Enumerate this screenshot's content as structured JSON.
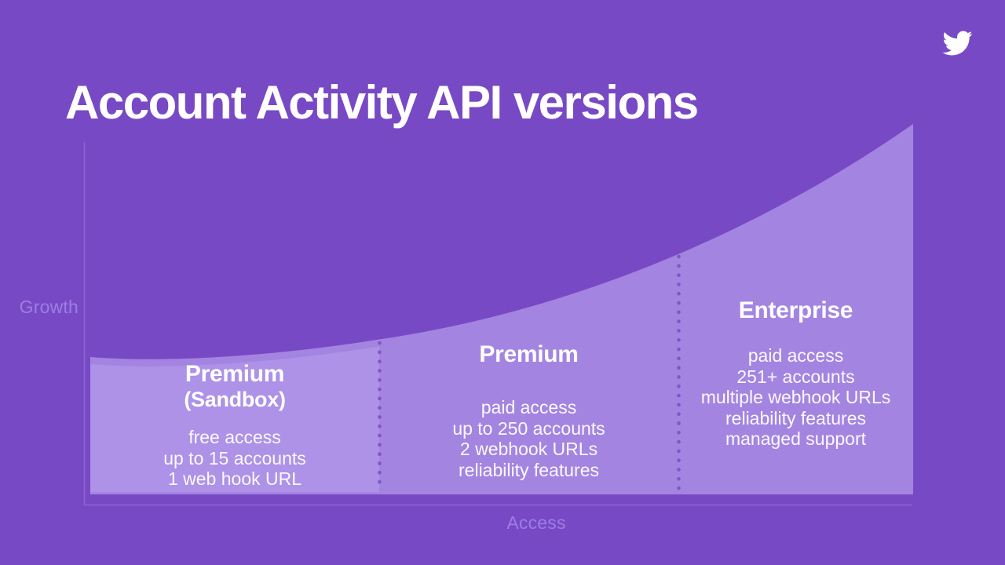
{
  "slide": {
    "title": "Account Activity API versions",
    "brand_icon": "twitter-bird-icon"
  },
  "axes": {
    "y_label": "Growth",
    "x_label": "Access"
  },
  "tiers": [
    {
      "name": "Premium",
      "subname": "(Sandbox)",
      "features": [
        "free access",
        "up to 15 accounts",
        "1 web hook URL"
      ]
    },
    {
      "name": "Premium",
      "subname": "",
      "features": [
        "paid access",
        "up to 250 accounts",
        "2 webhook URLs",
        "reliability features"
      ]
    },
    {
      "name": "Enterprise",
      "subname": "",
      "features": [
        "paid access",
        "251+ accounts",
        "multiple webhook URLs",
        "reliability features",
        "managed support"
      ]
    }
  ],
  "chart_data": {
    "type": "area",
    "title": "Account Activity API versions",
    "xlabel": "Access",
    "ylabel": "Growth",
    "grid": false,
    "legend": "none",
    "axis_ticks": "none",
    "x": [
      0,
      0.18,
      0.35,
      0.52,
      0.71,
      0.89,
      1.0
    ],
    "values": [
      0.38,
      0.37,
      0.42,
      0.5,
      0.65,
      0.86,
      1.0
    ],
    "xlim": [
      0,
      1
    ],
    "ylim": [
      0,
      1
    ],
    "sections": [
      {
        "name": "Premium (Sandbox)",
        "x_range": [
          0,
          0.35
        ],
        "notes": [
          "free access",
          "up to 15 accounts",
          "1 web hook URL"
        ]
      },
      {
        "name": "Premium",
        "x_range": [
          0.35,
          0.715
        ],
        "notes": [
          "paid access",
          "up to 250 accounts",
          "2 webhook URLs",
          "reliability features"
        ]
      },
      {
        "name": "Enterprise",
        "x_range": [
          0.715,
          1.0
        ],
        "notes": [
          "paid access",
          "251+ accounts",
          "multiple webhook URLs",
          "reliability features",
          "managed support"
        ]
      }
    ],
    "section_dividers": "dotted vertical lines"
  },
  "colors": {
    "background": "#7849C5",
    "area_fill": "#A385E1",
    "sandbox_fill": "#AD92E8",
    "divider_dot": "#7E57C5",
    "axis_line": "#8B66D3",
    "axis_label": "#9F7DE2",
    "text": "#FFFFFF"
  }
}
